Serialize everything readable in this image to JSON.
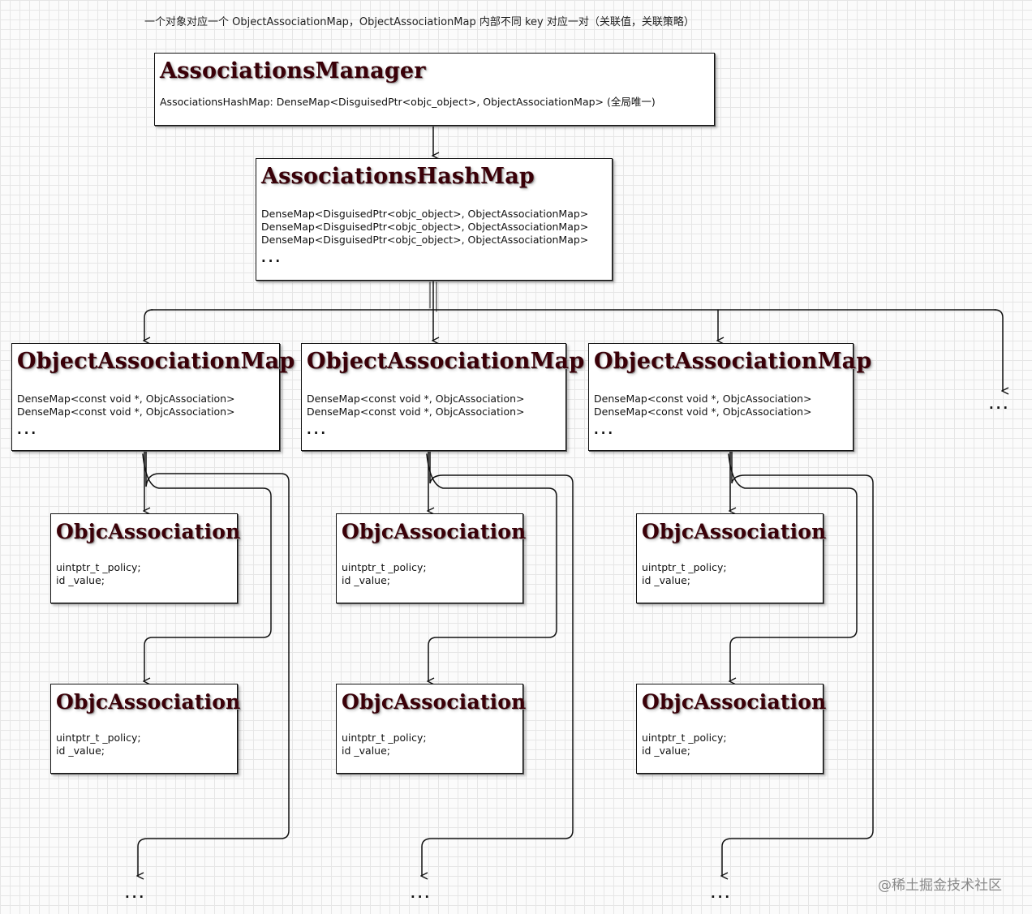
{
  "caption": "一个对象对应一个 ObjectAssociationMap，ObjectAssociationMap 内部不同 key 对应一对（关联值，关联策略）",
  "manager": {
    "title": "AssociationsManager",
    "line": "AssociationsHashMap: DenseMap<DisguisedPtr<objc_object>, ObjectAssociationMap> (全局唯一)"
  },
  "hashmap": {
    "title": "AssociationsHashMap",
    "lines": [
      "DenseMap<DisguisedPtr<objc_object>, ObjectAssociationMap>",
      "DenseMap<DisguisedPtr<objc_object>, ObjectAssociationMap>",
      "DenseMap<DisguisedPtr<objc_object>, ObjectAssociationMap>"
    ],
    "ellipsis": "..."
  },
  "object_maps": [
    {
      "title": "ObjectAssociationMap",
      "lines": [
        "DenseMap<const void *, ObjcAssociation>",
        "DenseMap<const void *, ObjcAssociation>"
      ],
      "ellipsis": "..."
    },
    {
      "title": "ObjectAssociationMap",
      "lines": [
        "DenseMap<const void *, ObjcAssociation>",
        "DenseMap<const void *, ObjcAssociation>"
      ],
      "ellipsis": "..."
    },
    {
      "title": "ObjectAssociationMap",
      "lines": [
        "DenseMap<const void *, ObjcAssociation>",
        "DenseMap<const void *, ObjcAssociation>"
      ],
      "ellipsis": "..."
    }
  ],
  "association": {
    "title": "ObjcAssociation",
    "line1": "uintptr_t _policy;",
    "line2": "id _value;"
  },
  "more": "...",
  "watermark": "@稀土掘金技术社区"
}
